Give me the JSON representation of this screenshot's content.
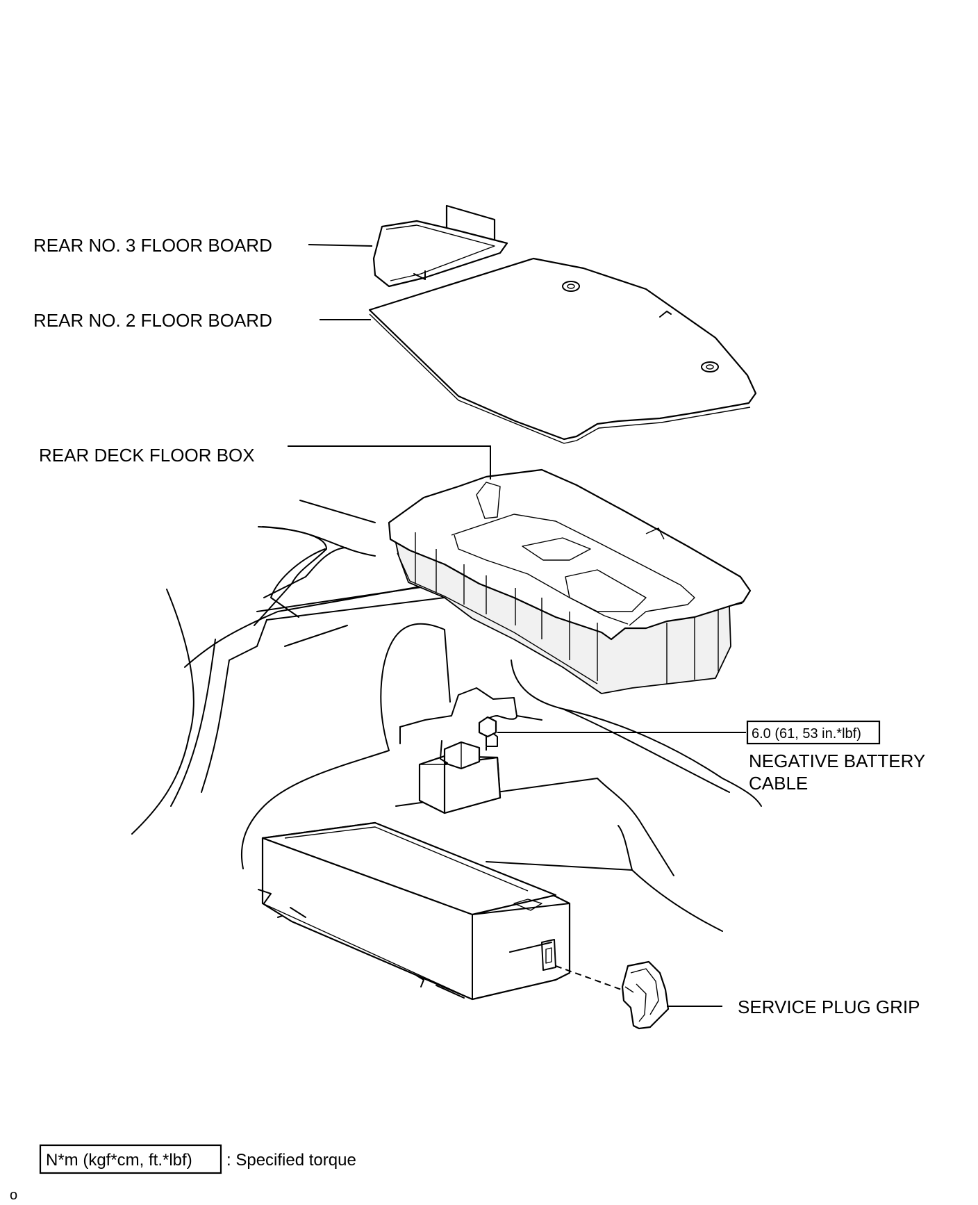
{
  "labels": {
    "rear_no3_floor_board": "REAR NO. 3 FLOOR BOARD",
    "rear_no2_floor_board": "REAR NO. 2 FLOOR BOARD",
    "rear_deck_floor_box": "REAR DECK FLOOR BOX",
    "torque_value": "6.0 (61, 53 in.*lbf)",
    "negative_battery_cable_line1": "NEGATIVE BATTERY",
    "negative_battery_cable_line2": "CABLE",
    "service_plug_grip": "SERVICE PLUG GRIP"
  },
  "legend": {
    "unit_box": "N*m (kgf*cm, ft.*lbf)",
    "description": ": Specified torque"
  },
  "corner_mark": "o"
}
